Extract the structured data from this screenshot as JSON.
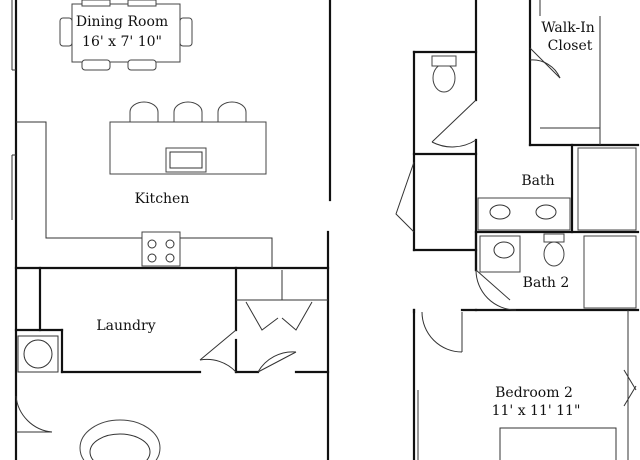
{
  "rooms": {
    "dining": {
      "name": "Dining Room",
      "size": "16' x 7' 10\""
    },
    "walkin": {
      "line1": "Walk-In",
      "line2": "Closet"
    },
    "kitchen": {
      "name": "Kitchen"
    },
    "bath": {
      "name": "Bath"
    },
    "bath2": {
      "name": "Bath 2"
    },
    "laundry": {
      "name": "Laundry"
    },
    "bedroom2": {
      "name": "Bedroom 2",
      "size": "11' x 11' 11\""
    }
  }
}
